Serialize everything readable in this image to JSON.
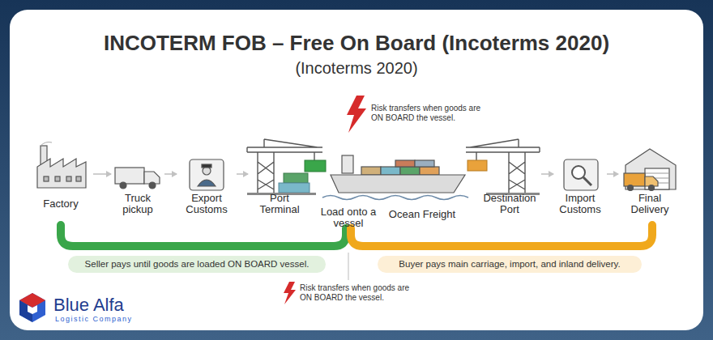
{
  "diagram": {
    "title": "INCOTERM FOB – Free On Board (Incoterms 2020)",
    "nodes": [
      {
        "text": [
          "Factory"
        ]
      },
      {
        "text": [
          "Truck pickup"
        ]
      },
      {
        "text": [
          "Export Customs"
        ]
      },
      {
        "text": [
          "Port Terminal"
        ]
      },
      {
        "text": [
          "Load onto a vessel"
        ]
      },
      {
        "text": [
          "Ocean Freight"
        ]
      },
      {
        "text": [
          "Destination Port"
        ]
      },
      {
        "text": [
          "Import Customs"
        ]
      },
      {
        "text": [
          "Final Delivery"
        ]
      },
      {
        "text": [
          "Seller pays until goods are loaded ON BOARD vessel."
        ]
      },
      {
        "text": [
          "Buyer pays main carriage, import, and inland delivery."
        ]
      }
    ],
    "edges": [
      {
        "from": 0,
        "to": 1,
        "arrow": "to"
      },
      {
        "from": 1,
        "to": 2,
        "arrow": "to"
      },
      {
        "from": 2,
        "to": 3,
        "arrow": "to"
      },
      {
        "from": 6,
        "to": 7,
        "arrow": "to"
      },
      {
        "from": 7,
        "to": 8,
        "arrow": "to"
      }
    ],
    "labels": [
      "(Incoterms 2020)",
      "Risk transfers when goods are ON BOARD the vessel.",
      "Risk transfers when goods are ON BOARD the vessel.",
      "Blue Alfa",
      "Logistic Company"
    ]
  }
}
